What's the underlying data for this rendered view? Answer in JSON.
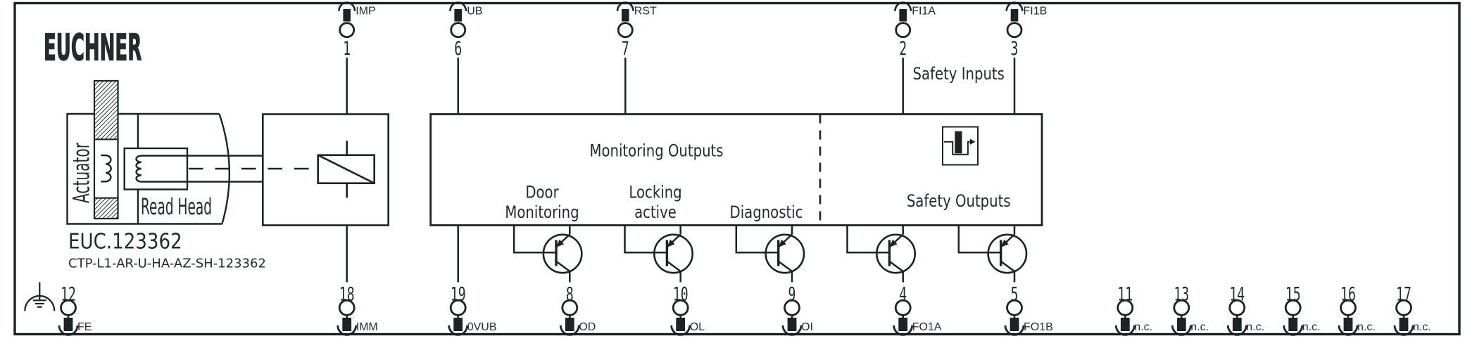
{
  "brand": "EUCHNER",
  "device": {
    "id_label": "EUC.123362",
    "type_label": "CTP-L1-AR-U-HA-AZ-SH-123362"
  },
  "left_unit": {
    "actuator_label": "Actuator",
    "read_head_label": "Read Head"
  },
  "box_labels": {
    "monitoring_outputs": "Monitoring Outputs",
    "door_monitoring_line1": "Door",
    "door_monitoring_line2": "Monitoring",
    "locking_active_line1": "Locking",
    "locking_active_line2": "active",
    "diagnostic": "Diagnostic",
    "safety_inputs": "Safety Inputs",
    "safety_outputs": "Safety Outputs"
  },
  "terminals": {
    "top": [
      {
        "pin": "1",
        "label": "IMP"
      },
      {
        "pin": "6",
        "label": "UB"
      },
      {
        "pin": "7",
        "label": "RST"
      },
      {
        "pin": "2",
        "label": "FI1A"
      },
      {
        "pin": "3",
        "label": "FI1B"
      }
    ],
    "bottom": [
      {
        "pin": "12",
        "label": "FE"
      },
      {
        "pin": "18",
        "label": "IMM"
      },
      {
        "pin": "19",
        "label": "0VUB"
      },
      {
        "pin": "8",
        "label": "OD"
      },
      {
        "pin": "10",
        "label": "OL"
      },
      {
        "pin": "9",
        "label": "OI"
      },
      {
        "pin": "4",
        "label": "FO1A"
      },
      {
        "pin": "5",
        "label": "FO1B"
      },
      {
        "pin": "11",
        "label": "n.c."
      },
      {
        "pin": "13",
        "label": "n.c."
      },
      {
        "pin": "14",
        "label": "n.c."
      },
      {
        "pin": "15",
        "label": "n.c."
      },
      {
        "pin": "16",
        "label": "n.c."
      },
      {
        "pin": "17",
        "label": "n.c."
      }
    ]
  },
  "colors": {
    "line": "#1d2322",
    "text": "#242b2c",
    "logo": "#3a444a",
    "background": "#ffffff"
  }
}
